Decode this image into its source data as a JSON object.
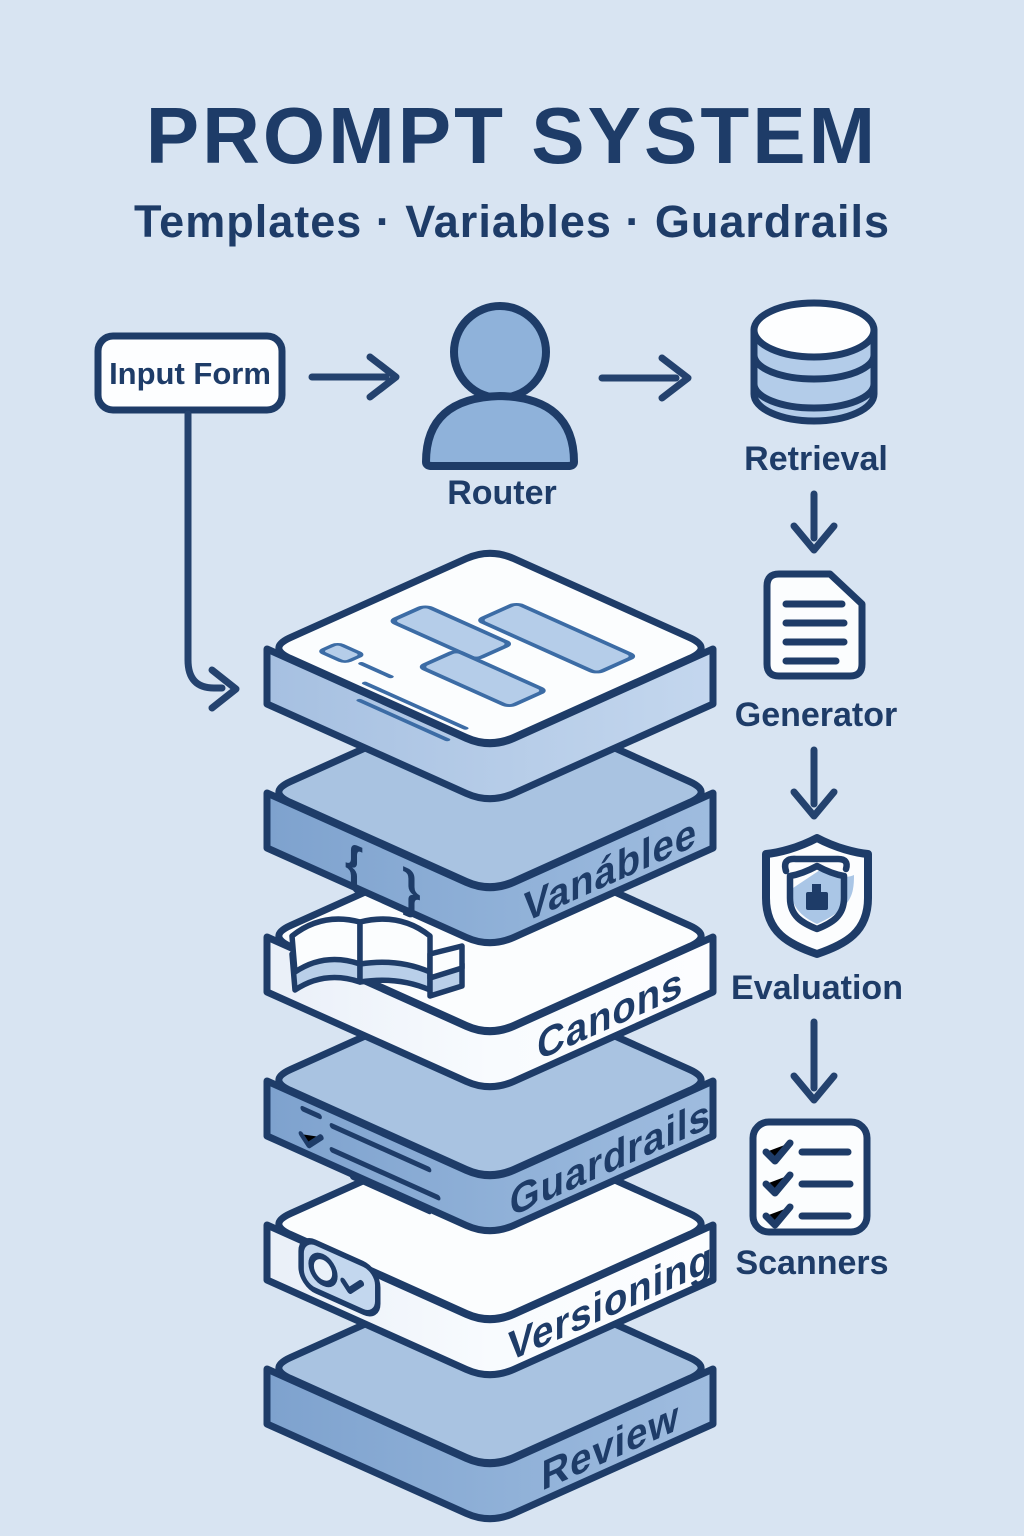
{
  "header": {
    "title": "PROMPT SYSTEM",
    "subtitle": "Templates · Variables · Guardrails"
  },
  "flow": {
    "input_form_label": "Input Form",
    "router_label": "Router",
    "retrieval_label": "Retrieval",
    "generator_label": "Generator",
    "evaluation_label": "Evaluation",
    "scanners_label": "Scanners"
  },
  "stack": {
    "braces_glyph": "{ }",
    "layers": [
      {
        "name": "template-form",
        "label": ""
      },
      {
        "name": "variables",
        "label": "Vanáblee"
      },
      {
        "name": "canons",
        "label": "Canons"
      },
      {
        "name": "guardrails",
        "label": "Guardrails"
      },
      {
        "name": "versioning",
        "label": "Versioning"
      },
      {
        "name": "review",
        "label": "Review"
      }
    ]
  },
  "icons": [
    "person-icon",
    "database-icon",
    "document-icon",
    "shield-icon",
    "checklist-icon",
    "braces-icon",
    "book-icon",
    "rule-lines-icon",
    "version-tag-icon"
  ],
  "colors": {
    "background": "#d8e4f2",
    "navy": "#1e3c68",
    "mid_blue": "#8fb2da",
    "light_blue": "#b5cde9",
    "top_blue": "#a9c3e1",
    "white": "#fbfdfe",
    "field_stroke": "#3c6ca5"
  }
}
